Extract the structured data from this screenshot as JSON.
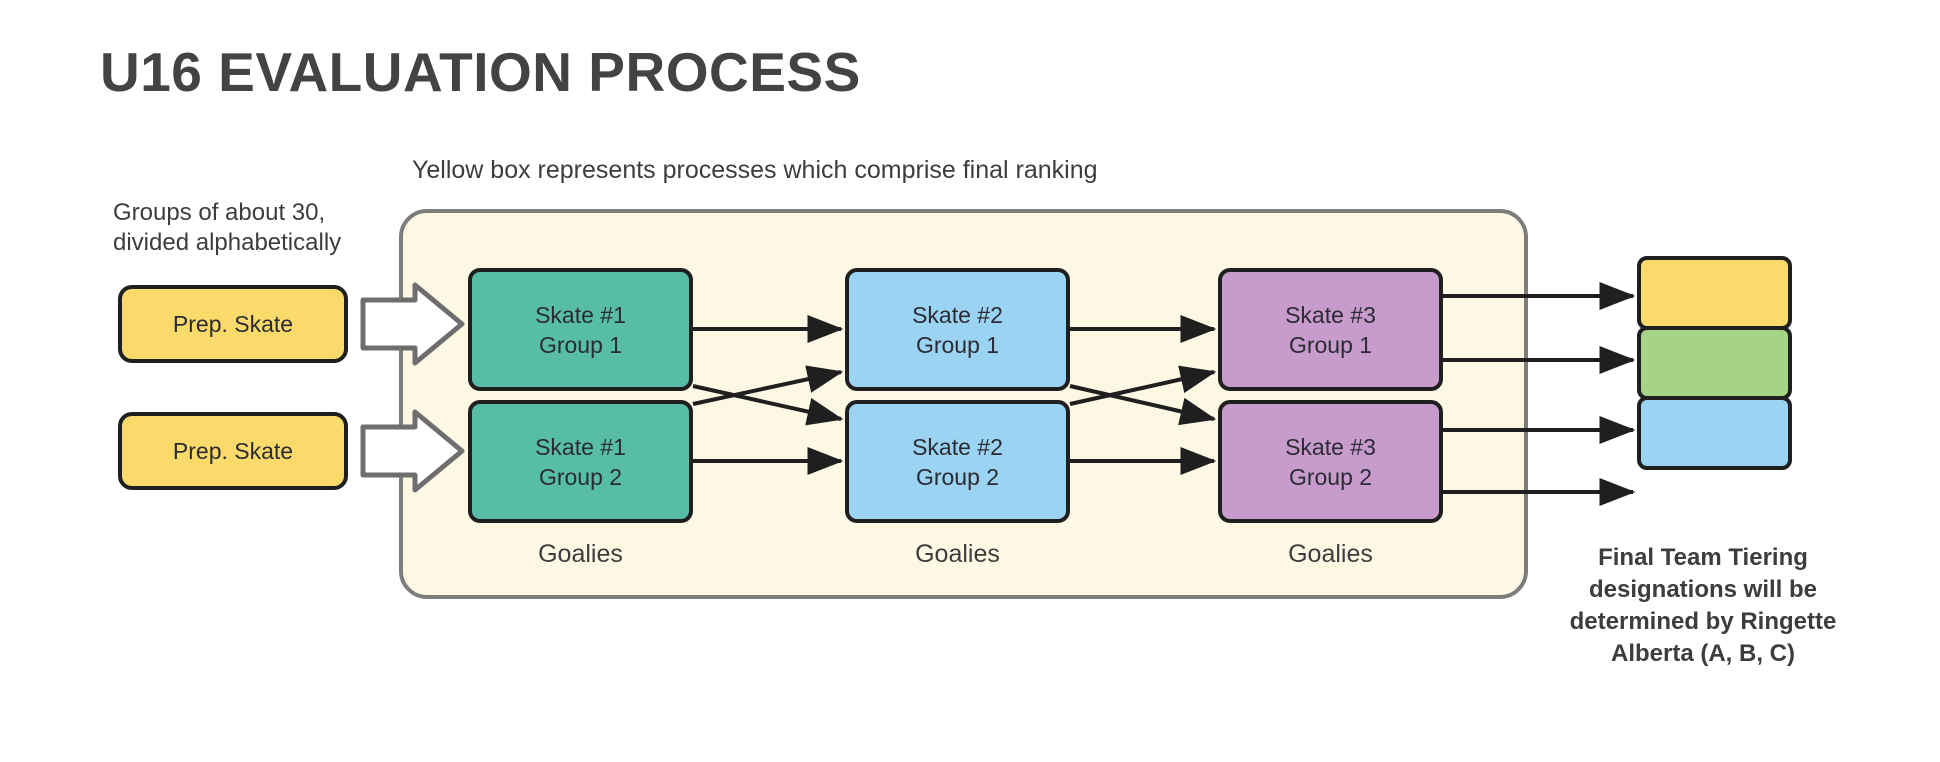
{
  "title": "U16 EVALUATION PROCESS",
  "captions": {
    "yellow_box_note": "Yellow box represents processes which comprise final ranking",
    "groups_note": "Groups of about 30, divided alphabetically",
    "final_tiering_note": "Final Team Tiering designations will be determined by Ringette Alberta (A, B, C)"
  },
  "intake": {
    "boxes": [
      {
        "label": "Prep. Skate"
      },
      {
        "label": "Prep. Skate"
      }
    ],
    "arrow_icon": "block-arrow-right-icon"
  },
  "columns": [
    {
      "id": "skate-1",
      "color": "#57bda7",
      "footer": "Goalies",
      "nodes": [
        {
          "line1": "Skate #1",
          "line2": "Group 1"
        },
        {
          "line1": "Skate #1",
          "line2": "Group 2"
        }
      ]
    },
    {
      "id": "skate-2",
      "color": "#9bd4f2",
      "footer": "Goalies",
      "nodes": [
        {
          "line1": "Skate #2",
          "line2": "Group 1"
        },
        {
          "line1": "Skate #2",
          "line2": "Group 2"
        }
      ]
    },
    {
      "id": "skate-3",
      "color": "#c79ccc",
      "footer": "Goalies",
      "nodes": [
        {
          "line1": "Skate #3",
          "line2": "Group 1"
        },
        {
          "line1": "Skate #3",
          "line2": "Group 2"
        }
      ]
    }
  ],
  "tiers": [
    {
      "name": "tier-a",
      "color": "#f9da6a"
    },
    {
      "name": "tier-b",
      "color": "#a7d387"
    },
    {
      "name": "tier-c",
      "color": "#9bd4f2"
    }
  ],
  "palette": {
    "title_text": "#434343",
    "container_fill": "#fcf8e3",
    "container_border": "#7d7d7d",
    "node_border": "#1f1f1f",
    "prep_fill": "#f9da6a",
    "connector": "#1f1f1f",
    "block_arrow_fill": "#ffffff",
    "block_arrow_border": "#6e6e6e"
  }
}
